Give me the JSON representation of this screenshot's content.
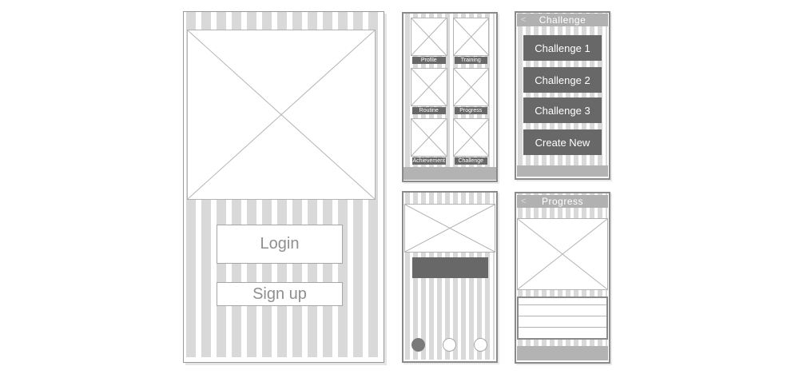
{
  "colors": {
    "stripe": "#d9d9d9",
    "dark_block": "#686868",
    "header_bar": "#b1b1b1",
    "footer_bar": "#b3b3b3",
    "button_text": "#8f8f8f",
    "placeholder_line": "#b3b3b3"
  },
  "login_screen": {
    "login_button": "Login",
    "signup_button": "Sign up"
  },
  "menu_screen": {
    "items": [
      {
        "label": "Profile"
      },
      {
        "label": "Training"
      },
      {
        "label": "Routine"
      },
      {
        "label": "Progress"
      },
      {
        "label": "Achievement"
      },
      {
        "label": "Challenge"
      }
    ]
  },
  "challenge_screen": {
    "title": "Challenge",
    "back_icon": "<",
    "buttons": [
      {
        "label": "Challenge 1"
      },
      {
        "label": "Challenge 2"
      },
      {
        "label": "Challenge 3"
      },
      {
        "label": "Create New"
      }
    ]
  },
  "detail_screen": {
    "dots_total": 3,
    "dots_selected_index": 0
  },
  "progress_screen": {
    "title": "Progress",
    "back_icon": "<",
    "table_row_count": 4
  }
}
